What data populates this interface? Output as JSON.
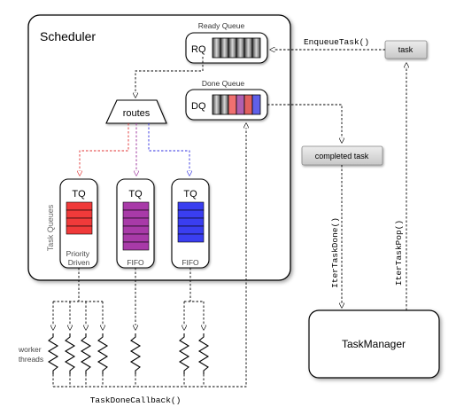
{
  "scheduler": {
    "title": "Scheduler"
  },
  "ready_queue": {
    "caption": "Ready Queue",
    "label": "RQ"
  },
  "done_queue": {
    "caption": "Done Queue",
    "label": "DQ"
  },
  "router": {
    "label": "routes"
  },
  "task_queues": {
    "group_label": "Task Queues",
    "queues": [
      {
        "label": "TQ",
        "caption_lines": [
          "Priority",
          "Driven"
        ],
        "color": "#f03a3a"
      },
      {
        "label": "TQ",
        "caption_lines": [
          "FIFO"
        ],
        "color": "#a83aa8"
      },
      {
        "label": "TQ",
        "caption_lines": [
          "FIFO"
        ],
        "color": "#3a3ef0"
      }
    ]
  },
  "task_box": {
    "label": "task"
  },
  "completed_task_box": {
    "label": "completed task"
  },
  "task_manager": {
    "label": "TaskManager"
  },
  "worker_threads": {
    "label_lines": [
      "worker",
      "threads"
    ]
  },
  "calls": {
    "enqueue": "EnqueueTask()",
    "iter_done": "IterTaskDone()",
    "iter_pop": "IterTaskPop()",
    "done_callback": "TaskDoneCallback()"
  }
}
